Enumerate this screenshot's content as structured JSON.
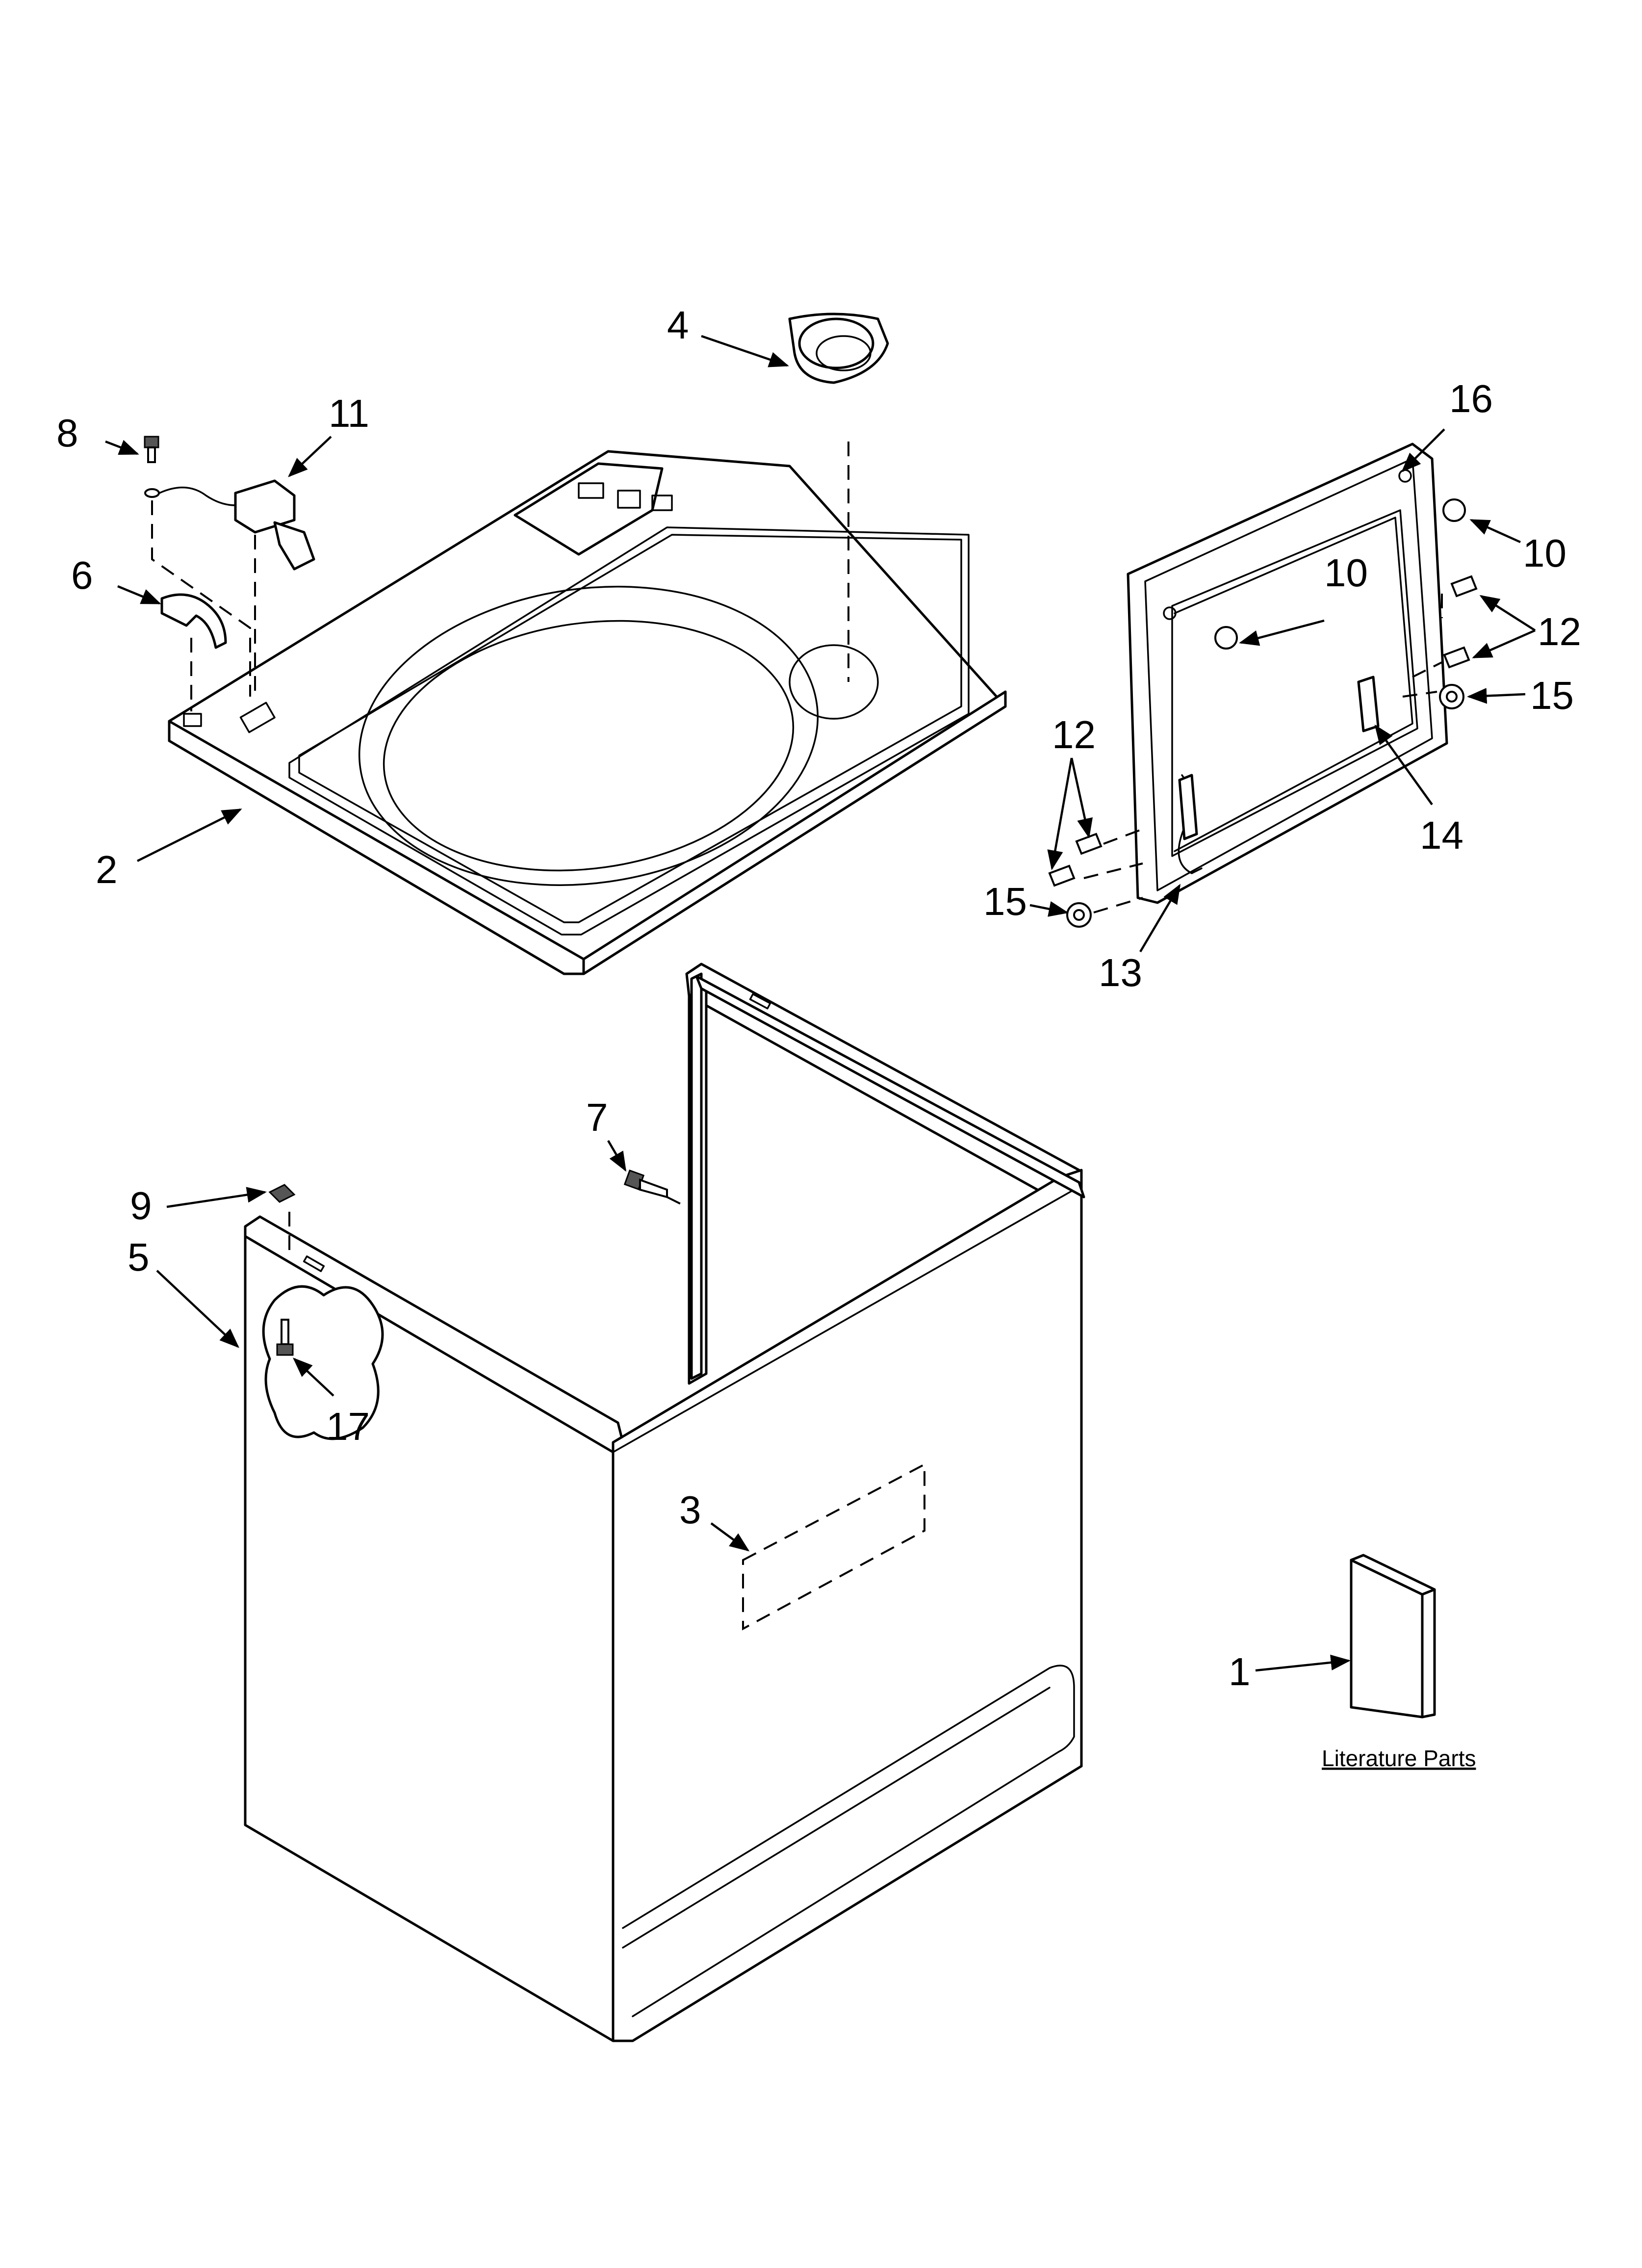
{
  "callouts": {
    "c1": "1",
    "c2": "2",
    "c3": "3",
    "c4": "4",
    "c5": "5",
    "c6": "6",
    "c7": "7",
    "c8": "8",
    "c9": "9",
    "c10a": "10",
    "c10b": "10",
    "c11": "11",
    "c12a": "12",
    "c12b": "12",
    "c13": "13",
    "c14": "14",
    "c15a": "15",
    "c15b": "15",
    "c16": "16",
    "c17": "17"
  },
  "literature_label": "Literature Parts"
}
